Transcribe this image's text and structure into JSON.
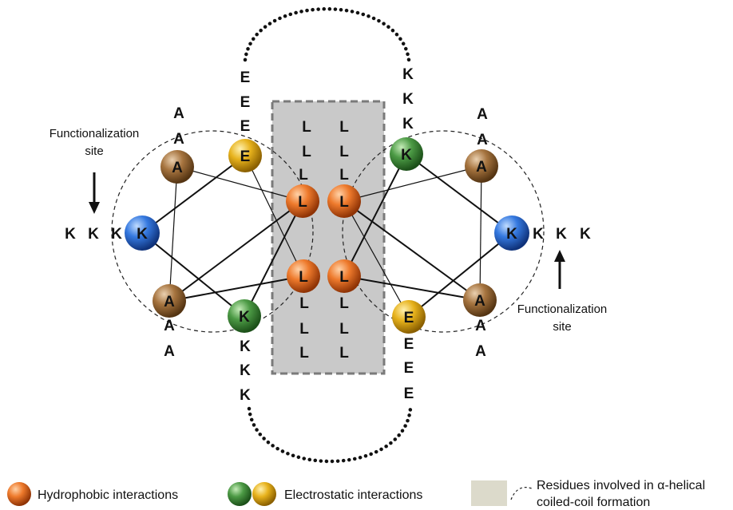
{
  "residues": {
    "left_e_stack": [
      "E",
      "E",
      "E"
    ],
    "left_a_top": [
      "A",
      "A"
    ],
    "left_a_bottom": [
      "A",
      "A"
    ],
    "left_k_row": [
      "K",
      "K",
      "K"
    ],
    "left_k_stack": [
      "K",
      "K",
      "K"
    ],
    "right_k_stack": [
      "K",
      "K",
      "K"
    ],
    "right_a_top": [
      "A",
      "A"
    ],
    "right_a_bottom": [
      "A",
      "A"
    ],
    "right_k_row": [
      "K",
      "K",
      "K"
    ],
    "right_e_stack": [
      "E",
      "E",
      "E"
    ],
    "core_left_top": [
      "L",
      "L",
      "L"
    ],
    "core_right_top": [
      "L",
      "L",
      "L"
    ],
    "core_left_bottom": [
      "L",
      "L",
      "L"
    ],
    "core_right_bottom": [
      "L",
      "L",
      "L"
    ]
  },
  "balls": {
    "left": {
      "A_top": "A",
      "E": "E",
      "L_top": "L",
      "K_side": "K",
      "L_bottom": "L",
      "A_bottom": "A",
      "K_bottom": "K"
    },
    "right": {
      "K_top": "K",
      "A_top": "A",
      "L_top": "L",
      "K_side": "K",
      "L_bottom": "L",
      "A_bottom": "A",
      "E_bottom": "E"
    }
  },
  "labels": {
    "site_left": [
      "Functionalization",
      "site"
    ],
    "site_right": [
      "Functionalization",
      "site"
    ]
  },
  "legend": {
    "hydrophobic": "Hydrophobic interactions",
    "electrostatic": "Electrostatic interactions",
    "residues_line1": "Residues involved in α-helical",
    "residues_line2": "coiled-coil formation"
  },
  "colors": {
    "hydrophobic": "#e8641a",
    "electrostatic_green": "#3f8c3a",
    "electrostatic_yellow": "#e0aa14",
    "alanine_brown": "#9c6b3a",
    "lysine_blue": "#2f6fd6",
    "core_box": "#c9c9c9",
    "legend_box": "#dcdacb"
  },
  "icons": [
    "down-arrow-icon",
    "up-arrow-icon"
  ]
}
